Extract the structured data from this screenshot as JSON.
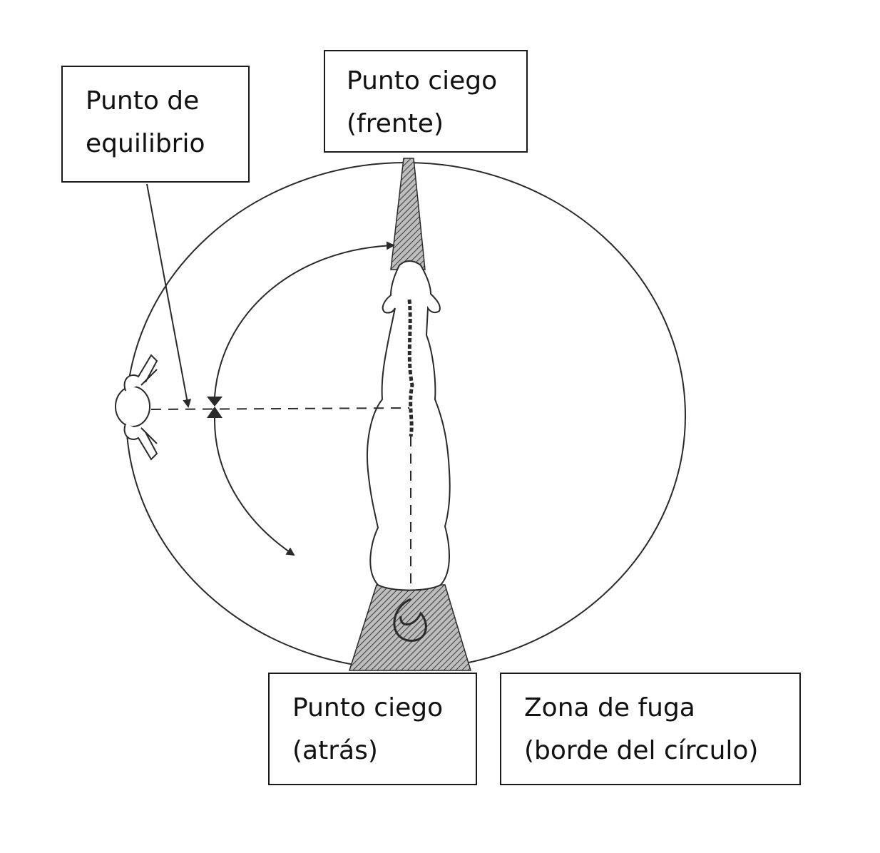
{
  "labels": {
    "balance_point": [
      "Punto de",
      "equilibrio"
    ],
    "blind_spot_front": [
      "Punto ciego",
      "(frente)"
    ],
    "blind_spot_back": [
      "Punto ciego",
      "(atrás)"
    ],
    "flight_zone": [
      "Zona de fuga",
      "(borde del círculo)"
    ]
  },
  "colors": {
    "line": "#2a2a2a",
    "hatch": "#555555"
  }
}
